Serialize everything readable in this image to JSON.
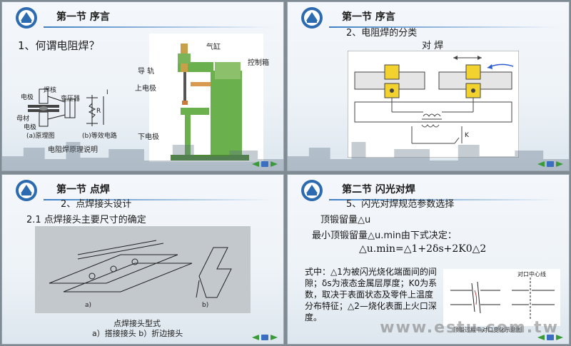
{
  "slides": [
    {
      "header": "第一节  序言",
      "subtitle": "1、何谓电阻焊？",
      "diagram_labels": {
        "electrode": "电极",
        "weld": "焊核",
        "transformer": "变压器",
        "workpiece": "母材",
        "caption_a": "(a)原理图",
        "caption_b": "(b)等效电路",
        "resistance": "R",
        "current": "I"
      },
      "caption": "电阻焊原理说明",
      "machine_labels": {
        "cylinder": "气缸",
        "guide": "导 轨",
        "control_box": "控制箱",
        "upper_electrode": "上电极",
        "lower_electrode": "下电极"
      }
    },
    {
      "header": "第一节  序言",
      "subtitle": "2、电阻焊的分类",
      "title2": "对 焊",
      "label_k": "K"
    },
    {
      "header": "第一节  点焊",
      "subtitle": "2、点焊接头设计",
      "section": "2.1  点焊接头主要尺寸的确定",
      "fig_a": "a)",
      "fig_b": "b)",
      "caption": "点焊接头型式",
      "caption2": "a）搭接接头    b）折边接头"
    },
    {
      "header": "第二节  闪光对焊",
      "subtitle": "5、闪光对焊规范参数选择",
      "line1": "顶锻留量△u",
      "line2": "最小顶锻留量△u.min由下式决定：",
      "formula": "△u.min=△1+2δs+2K0△2",
      "para": "式中：△1为被闪光烧化端面间的间隙；δs为液态金属层厚度；K0为系数，取决于表面状态及零件上温度分布特征；△2—烧化表面上火口深度。",
      "diag_caption": "顶锻过程中对口变化示意图",
      "diag_label": "对口中心线",
      "watermark": "www.estu.com.tw"
    }
  ],
  "colors": {
    "accent": "#3c7fc2",
    "machine_green": "#6ab04c",
    "electrode_yellow": "#f2d22e"
  }
}
